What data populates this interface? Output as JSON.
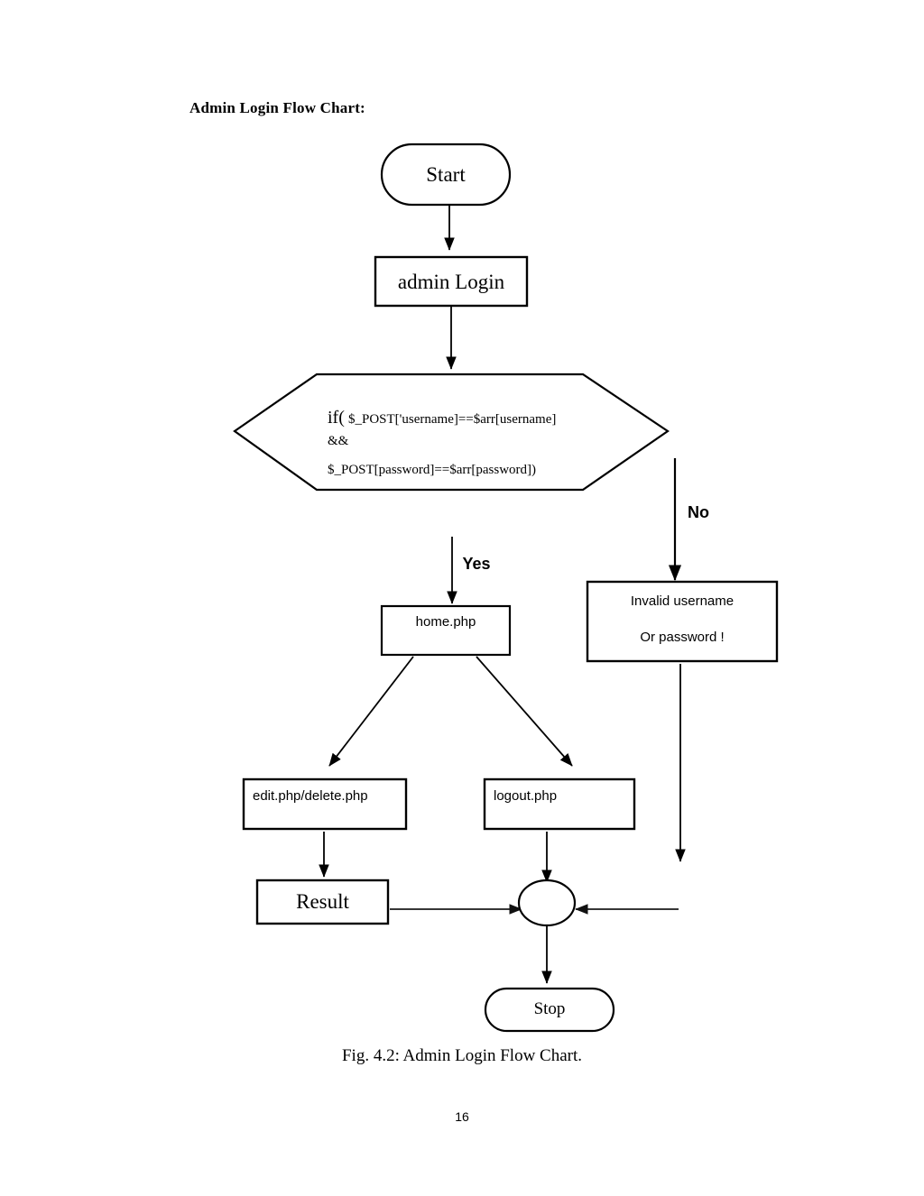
{
  "page": {
    "section_title": "Admin Login Flow Chart:",
    "caption": "Fig. 4.2:  Admin Login Flow Chart.",
    "page_number": "16",
    "background_color": "#ffffff",
    "line_color": "#000000"
  },
  "chart_data": {
    "type": "diagram",
    "title": "Admin Login Flow Chart",
    "nodes": [
      {
        "id": "start",
        "shape": "terminator",
        "label": "Start"
      },
      {
        "id": "login",
        "shape": "process",
        "label": "admin Login"
      },
      {
        "id": "cond",
        "shape": "decision",
        "label_line1_prefix": "if(",
        "label_line1": "$_POST['username]==$arr[username]",
        "label_line2": "&&",
        "label_line3": "$_POST[password]==$arr[password])"
      },
      {
        "id": "home",
        "shape": "process",
        "label": "home.php"
      },
      {
        "id": "invalid",
        "shape": "process",
        "label_line1": "Invalid username",
        "label_line2": "Or password !"
      },
      {
        "id": "editdel",
        "shape": "process",
        "label": "edit.php/delete.php"
      },
      {
        "id": "logout",
        "shape": "process",
        "label": "logout.php"
      },
      {
        "id": "result",
        "shape": "process",
        "label": "Result"
      },
      {
        "id": "merge",
        "shape": "connector",
        "label": ""
      },
      {
        "id": "stop",
        "shape": "terminator",
        "label": "Stop"
      }
    ],
    "edges": [
      {
        "from": "start",
        "to": "login",
        "label": ""
      },
      {
        "from": "login",
        "to": "cond",
        "label": ""
      },
      {
        "from": "cond",
        "to": "home",
        "label": "Yes"
      },
      {
        "from": "cond",
        "to": "invalid",
        "label": "No"
      },
      {
        "from": "home",
        "to": "editdel",
        "label": ""
      },
      {
        "from": "home",
        "to": "logout",
        "label": ""
      },
      {
        "from": "editdel",
        "to": "result",
        "label": ""
      },
      {
        "from": "logout",
        "to": "merge",
        "label": ""
      },
      {
        "from": "result",
        "to": "merge",
        "label": ""
      },
      {
        "from": "invalid",
        "to": "merge",
        "label": ""
      },
      {
        "from": "merge",
        "to": "stop",
        "label": ""
      }
    ],
    "edge_labels": {
      "yes": "Yes",
      "no": "No"
    }
  }
}
